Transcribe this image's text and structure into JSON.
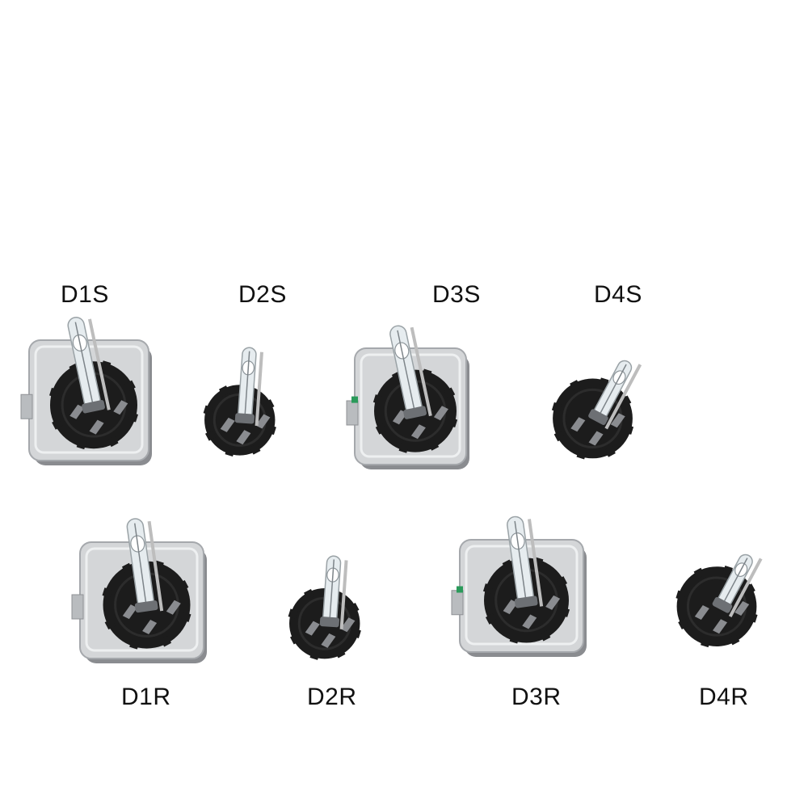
{
  "colors": {
    "background": "#ffffff",
    "label_text": "#111111",
    "socket_black": "#1c1c1c",
    "metal_silver": "#d4d6d8",
    "metal_dark": "#8a8c90",
    "glass": "#e6ecef",
    "indicator_green": "#2a9a5a"
  },
  "top_row": [
    {
      "label": "D1S",
      "base": "square",
      "icon": "hid-bulb-d1s-icon"
    },
    {
      "label": "D2S",
      "base": "round",
      "icon": "hid-bulb-d2s-icon"
    },
    {
      "label": "D3S",
      "base": "square",
      "icon": "hid-bulb-d3s-icon"
    },
    {
      "label": "D4S",
      "base": "round",
      "icon": "hid-bulb-d4s-icon"
    }
  ],
  "bottom_row": [
    {
      "label": "D1R",
      "base": "square",
      "icon": "hid-bulb-d1r-icon"
    },
    {
      "label": "D2R",
      "base": "round",
      "icon": "hid-bulb-d2r-icon"
    },
    {
      "label": "D3R",
      "base": "square",
      "icon": "hid-bulb-d3r-icon"
    },
    {
      "label": "D4R",
      "base": "round",
      "icon": "hid-bulb-d4r-icon"
    }
  ]
}
